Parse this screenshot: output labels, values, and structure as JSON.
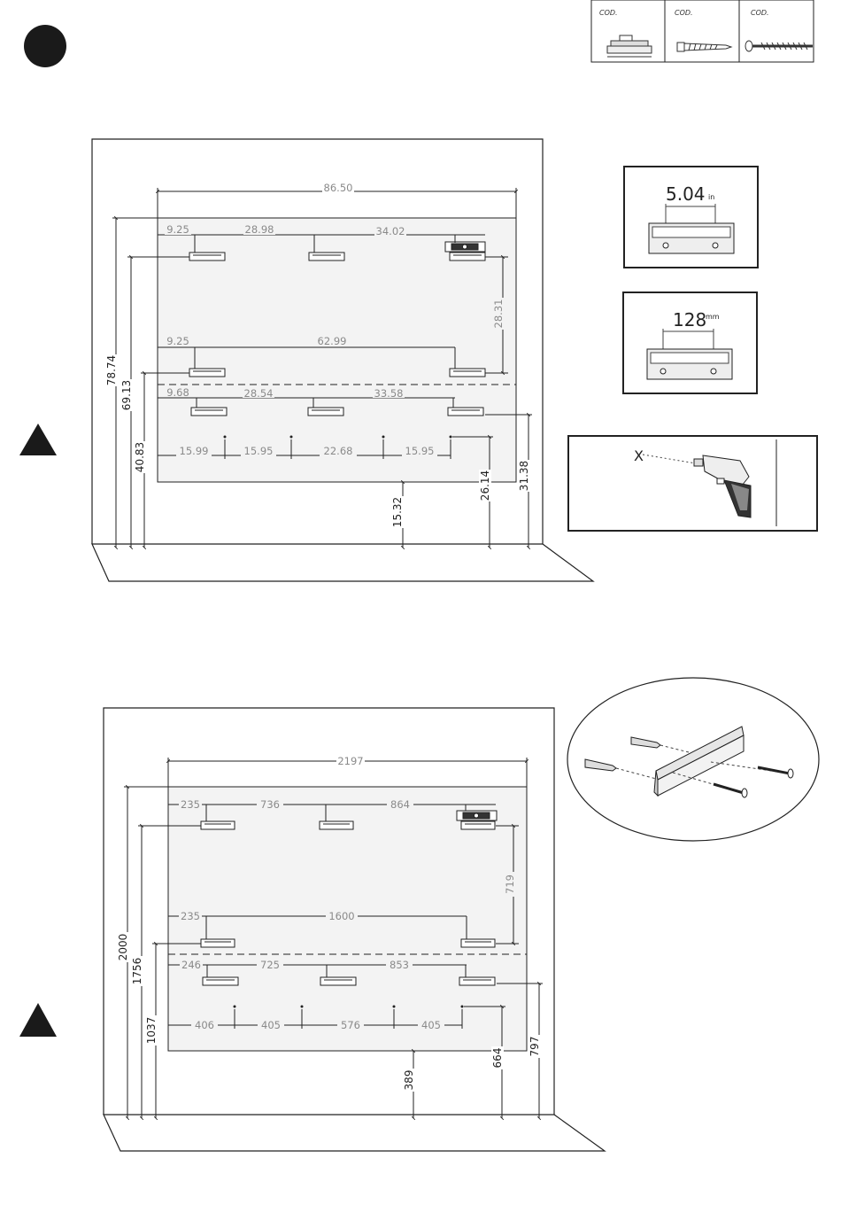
{
  "header": {
    "parts_table": [
      {
        "label": "COD.",
        "icon": "bracket-icon"
      },
      {
        "label": "COD.",
        "icon": "wall-plug-icon"
      },
      {
        "label": "COD.",
        "icon": "screw-icon"
      }
    ]
  },
  "inches": {
    "width": "86.50",
    "top_row": [
      "9.25",
      "28.98",
      "34.02"
    ],
    "middle_row": [
      "9.25",
      "62.99"
    ],
    "bottom_row": [
      "9.68",
      "28.54",
      "33.58"
    ],
    "holes_row": [
      "15.99",
      "15.95",
      "22.68",
      "15.95"
    ],
    "vertical_between_rows": "28.31",
    "left_heights": [
      "78.74",
      "69.13",
      "40.83"
    ],
    "bottom_heights": [
      "15.32",
      "26.14",
      "31.38"
    ],
    "spacing_value": "5.04",
    "spacing_unit": "in"
  },
  "metric": {
    "width": "2197",
    "top_row": [
      "235",
      "736",
      "864"
    ],
    "middle_row": [
      "235",
      "1600"
    ],
    "bottom_row": [
      "246",
      "725",
      "853"
    ],
    "holes_row": [
      "406",
      "405",
      "576",
      "405"
    ],
    "vertical_between_rows": "719",
    "left_heights": [
      "2000",
      "1756",
      "1037"
    ],
    "bottom_heights": [
      "389",
      "664",
      "797"
    ],
    "spacing_value": "128",
    "spacing_unit": "mm"
  },
  "drill_detail": {
    "mark": "X"
  }
}
